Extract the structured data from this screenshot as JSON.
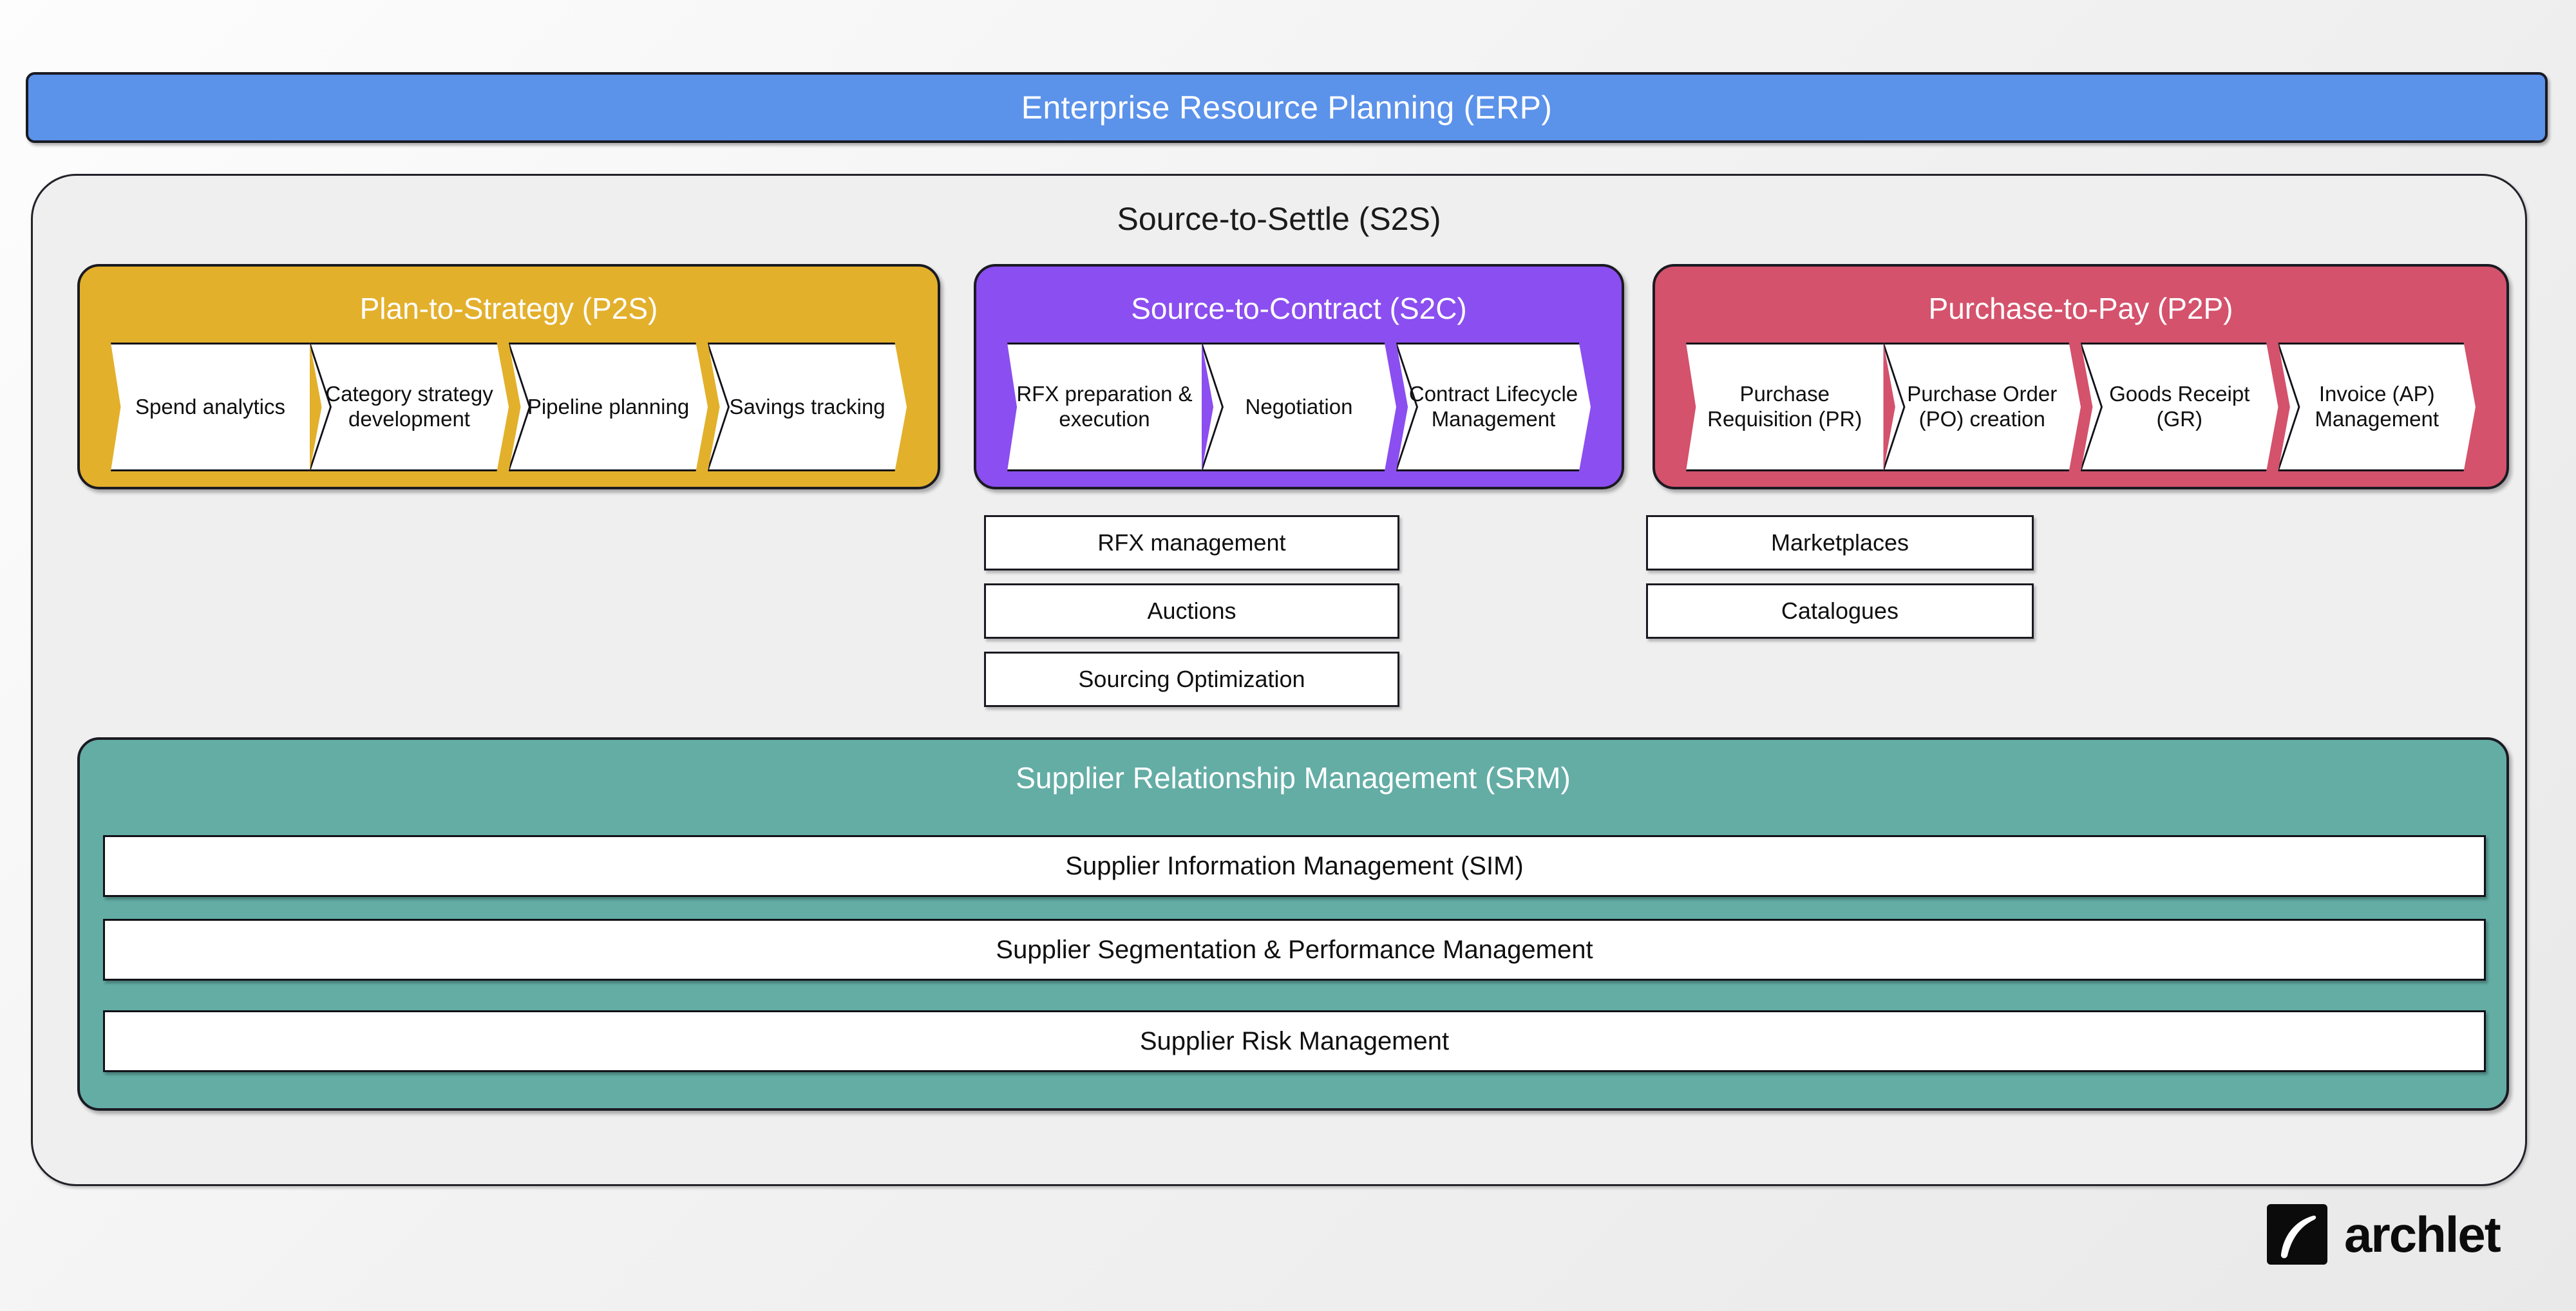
{
  "erp": {
    "label": "Enterprise Resource Planning (ERP)",
    "color": "#5b92ea"
  },
  "s2s": {
    "title": "Source-to-Settle (S2S)",
    "background": "#efefef"
  },
  "pillars": [
    {
      "id": "p2s",
      "title": "Plan-to-Strategy (P2S)",
      "color": "#e3b02c",
      "steps": [
        "Spend analytics",
        "Category strategy development",
        "Pipeline planning",
        "Savings tracking"
      ],
      "sub_boxes": []
    },
    {
      "id": "s2c",
      "title": "Source-to-Contract (S2C)",
      "color": "#8b4ef0",
      "steps": [
        "RFX preparation & execution",
        "Negotiation",
        "Contract Lifecycle Management"
      ],
      "sub_boxes": [
        "RFX management",
        "Auctions",
        "Sourcing Optimization"
      ]
    },
    {
      "id": "p2p",
      "title": "Purchase-to-Pay (P2P)",
      "color": "#d4526c",
      "steps": [
        "Purchase Requisition (PR)",
        "Purchase Order (PO) creation",
        "Goods Receipt (GR)",
        "Invoice (AP) Management"
      ],
      "sub_boxes": [
        "Marketplaces",
        "Catalogues"
      ]
    }
  ],
  "srm": {
    "title": "Supplier Relationship Management (SRM)",
    "color": "#63ada5",
    "rows": [
      "Supplier Information Management (SIM)",
      "Supplier Segmentation & Performance Management",
      "Supplier Risk Management"
    ]
  },
  "branding": {
    "wordmark": "archlet",
    "mark_icon": "archlet-swoosh-icon",
    "color": "#0b0b0b"
  }
}
